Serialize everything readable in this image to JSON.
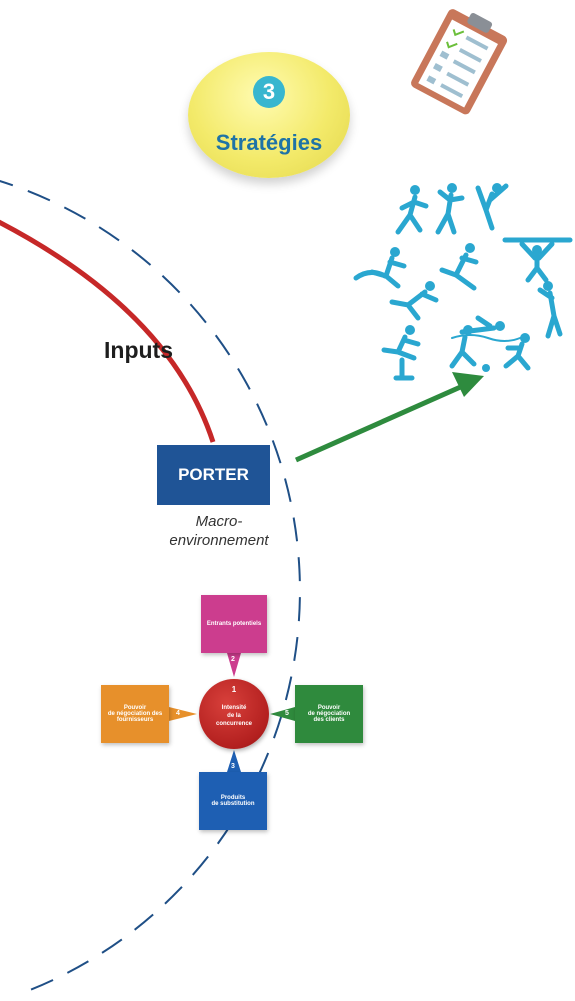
{
  "strategies_badge": {
    "number": "3",
    "label": "Stratégies"
  },
  "inputs_label": "Inputs",
  "porter": {
    "label": "PORTER",
    "caption_line1": "Macro-",
    "caption_line2": "environnement"
  },
  "five_forces": {
    "center": {
      "number": "1",
      "line1": "Intensité",
      "line2": "de la",
      "line3": "concurrence"
    },
    "top": {
      "number": "2",
      "line1": "Entrants potentiels"
    },
    "bottom": {
      "number": "3",
      "line1": "Produits",
      "line2": "de substitution"
    },
    "left": {
      "number": "4",
      "line1": "Pouvoir",
      "line2": "de négociation des",
      "line3": "fournisseurs"
    },
    "right": {
      "number": "5",
      "line1": "Pouvoir",
      "line2": "de négociation",
      "line3": "des clients"
    }
  },
  "colors": {
    "red_curve": "#c62828",
    "green_arrow": "#2e8b3e",
    "porter_box": "#1f5496",
    "force_top": "#cc3d8e",
    "force_left": "#e7902b",
    "force_right": "#2f8a3d",
    "force_bottom": "#1e5fb3",
    "force_center": "#b3201f",
    "athletes": "#2aa7d0"
  },
  "icons": [
    "clipboard-checklist-icon",
    "athletes-illustration"
  ]
}
